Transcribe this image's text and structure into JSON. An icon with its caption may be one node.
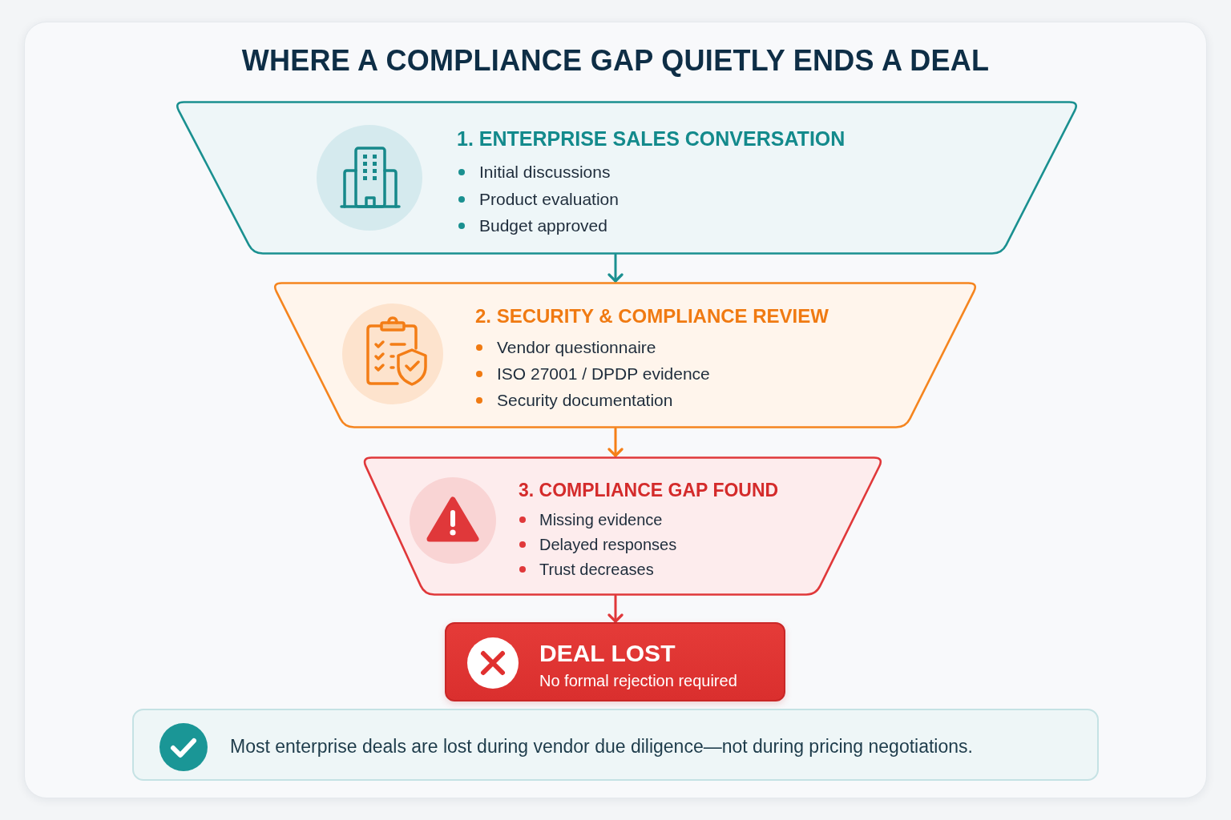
{
  "diagram": {
    "title": "WHERE A COMPLIANCE GAP QUIETLY ENDS A DEAL",
    "nodes": [
      {
        "text": [
          "1. ENTERPRISE SALES CONVERSATION",
          "Initial discussions",
          "Product evaluation",
          "Budget approved"
        ]
      },
      {
        "text": [
          "2. SECURITY & COMPLIANCE REVIEW",
          "Vendor questionnaire",
          "ISO 27001 / DPDP evidence",
          "Security documentation"
        ]
      },
      {
        "text": [
          "3. COMPLIANCE GAP FOUND",
          "Missing evidence",
          "Delayed responses",
          "Trust decreases"
        ]
      },
      {
        "text": [
          "DEAL LOST",
          "No formal rejection required"
        ]
      },
      {
        "text": [
          "Most enterprise deals are lost during vendor due diligence—not during pricing negotiations."
        ]
      }
    ],
    "edges": [
      {
        "from": 0,
        "to": 1,
        "arrow": "to",
        "color": "#1a9090"
      },
      {
        "from": 1,
        "to": 2,
        "arrow": "to",
        "color": "#f57f17"
      },
      {
        "from": 2,
        "to": 3,
        "arrow": "to",
        "color": "#e0383a"
      }
    ]
  }
}
